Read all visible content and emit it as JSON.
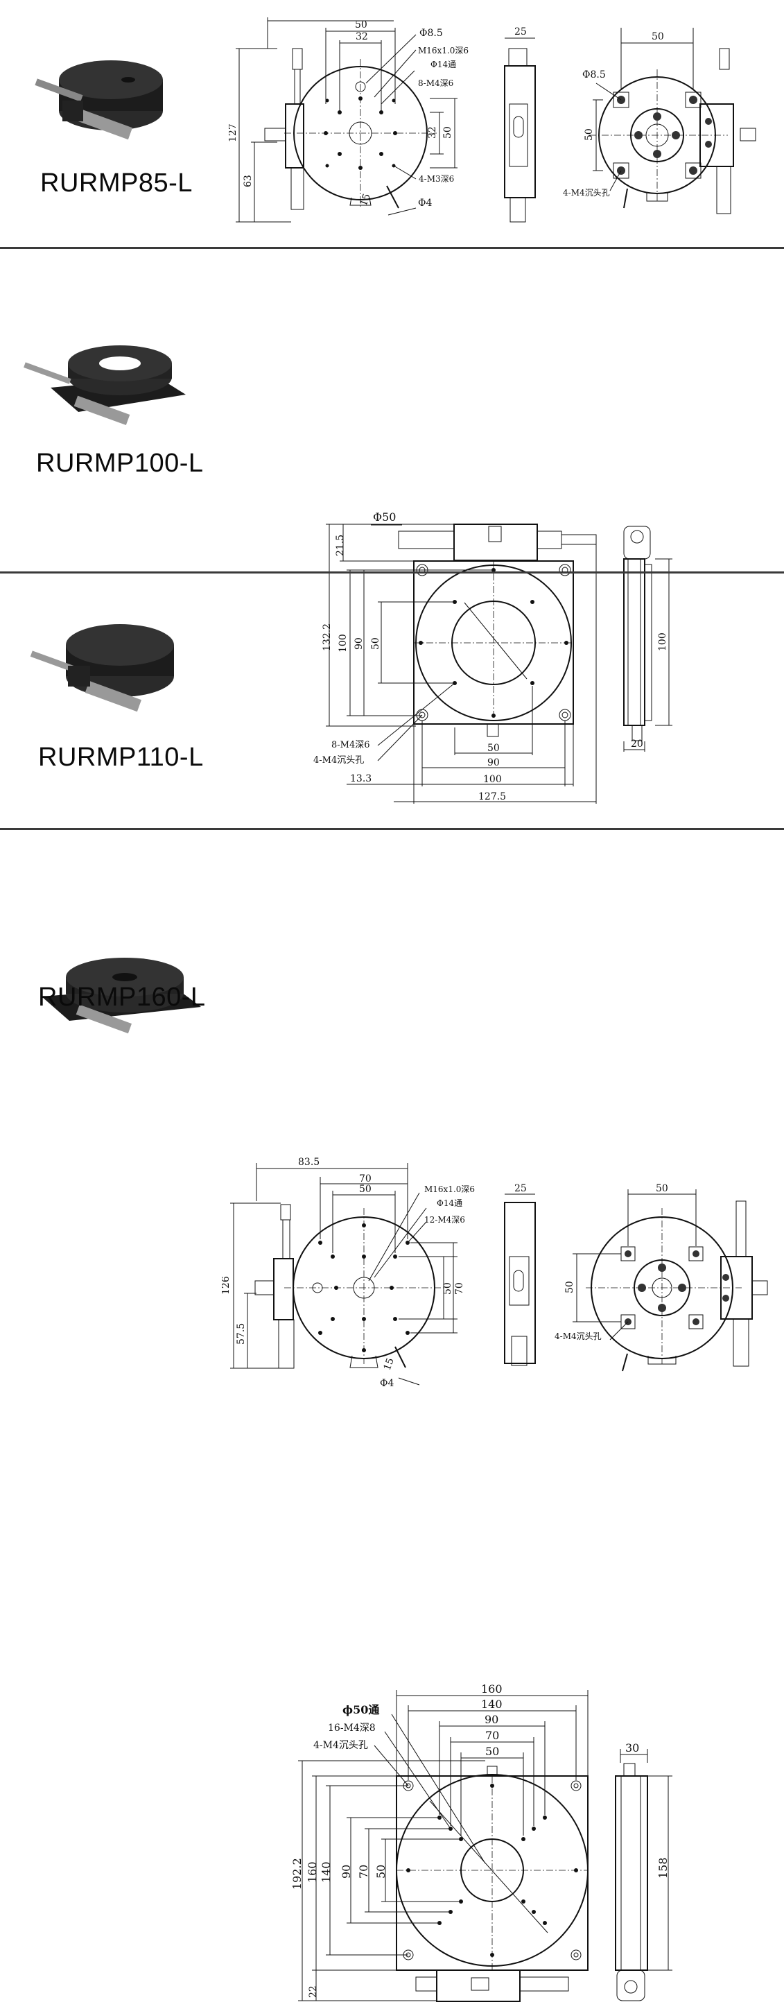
{
  "products": [
    {
      "model": "RURMP85-L",
      "dims": {
        "top_50": "50",
        "top_32": "32",
        "phi85": "Φ8.5",
        "thread": "M16x1.0深6",
        "thru": "Φ14通",
        "holes8": "8-M4深6",
        "right_32": "32",
        "right_50": "50",
        "holes4": "4-M3深6",
        "phi4": "Φ4",
        "ang15": "15",
        "h127": "127",
        "h63": "63",
        "side_25": "25",
        "bot_50": "50",
        "bot_phi85": "Φ8.5",
        "bot_left_50": "50",
        "counter": "4-M4沉头孔"
      }
    },
    {
      "model": "RURMP100-L",
      "dims": {
        "phi50": "Φ50",
        "d215": "21.5",
        "d1322": "132.2",
        "d100v": "100",
        "d90v": "90",
        "d50v": "50",
        "holes8": "8-M4深6",
        "counter": "4-M4沉头孔",
        "d133": "13.3",
        "d50h": "50",
        "d90h": "90",
        "d100h": "100",
        "d1275": "127.5",
        "side_100": "100",
        "side_20": "20"
      }
    },
    {
      "model": "RURMP110-L",
      "dims": {
        "d835": "83.5",
        "d70": "70",
        "d50": "50",
        "thread": "M16x1.0深6",
        "thru": "Φ14通",
        "holes12": "12-M4深6",
        "r50": "50",
        "r70": "70",
        "h126": "126",
        "h575": "57.5",
        "ang15": "15",
        "phi4": "Φ4",
        "side_25": "25",
        "bot_50": "50",
        "bot_left_50": "50",
        "counter": "4-M4沉头孔"
      }
    },
    {
      "model": "RURMP160-L",
      "dims": {
        "d160": "160",
        "d140": "140",
        "d90": "90",
        "d70": "70",
        "d50": "50",
        "thru": "ϕ50通",
        "holes16": "16-M4深8",
        "counter": "4-M4沉头孔",
        "v1922": "192.2",
        "v160": "160",
        "v140": "140",
        "v90": "90",
        "v70": "70",
        "v50": "50",
        "v22": "22",
        "side_30": "30",
        "side_158": "158"
      }
    }
  ],
  "colors": {
    "line": "#111111",
    "divider": "#3a3a3a",
    "stage": "#1c1c1c"
  }
}
